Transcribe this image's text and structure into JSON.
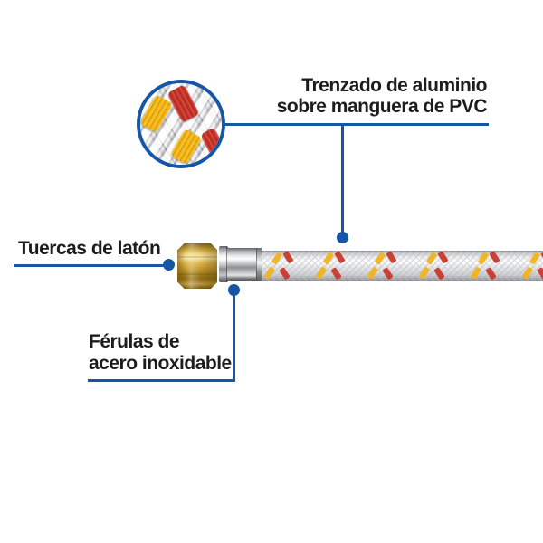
{
  "callouts": {
    "braid": {
      "line1": "Trenzado de aluminio",
      "line2": "sobre manguera de PVC"
    },
    "nuts": {
      "label": "Tuercas de latón"
    },
    "ferrules": {
      "line1": "Férulas de",
      "line2": "acero inoxidable"
    }
  },
  "colors": {
    "accent_blue": "#1557a6",
    "text_color": "#1d1d1f",
    "braid_yellow": "#f0b51e",
    "braid_red": "#c9392d",
    "brass": "#d9b84f",
    "chrome": "#c3c4c8"
  }
}
